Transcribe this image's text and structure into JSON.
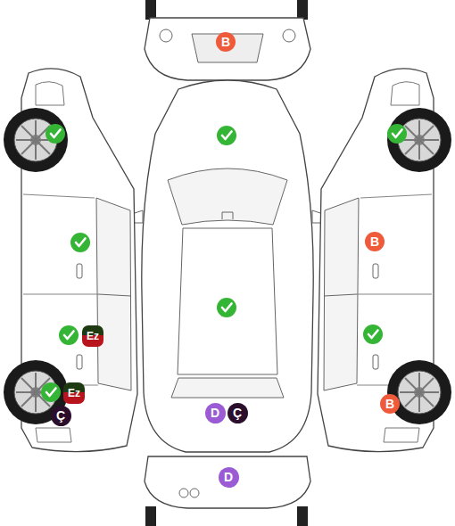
{
  "diagram": {
    "nodes": [
      {
        "text": [
          "B"
        ]
      },
      {
        "text": [
          "B"
        ]
      },
      {
        "text": [
          "Ez"
        ]
      },
      {
        "text": [
          "Ez"
        ]
      },
      {
        "text": [
          "B"
        ]
      },
      {
        "text": [
          "D"
        ]
      },
      {
        "text": [
          "Ç"
        ]
      },
      {
        "text": [
          "Ç"
        ]
      },
      {
        "text": [
          "D"
        ]
      }
    ]
  }
}
